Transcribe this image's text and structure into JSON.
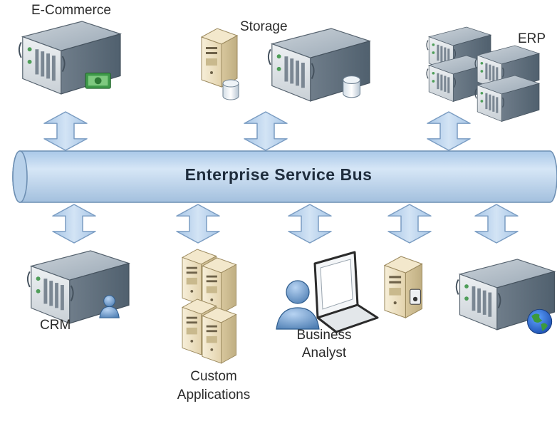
{
  "bus": {
    "label": "Enterprise Service Bus"
  },
  "nodes": {
    "ecommerce": {
      "label": "E-Commerce",
      "icon": "rack-server-money-icon"
    },
    "storage": {
      "label": "Storage",
      "icon": "server-database-icon"
    },
    "erp": {
      "label": "ERP",
      "icon": "server-cluster-icon"
    },
    "crm": {
      "label": "CRM",
      "icon": "rack-server-user-icon"
    },
    "custom_apps": {
      "line1": "Custom",
      "line2": "Applications",
      "icon": "tower-servers-icon"
    },
    "business_analyst": {
      "line1": "Business",
      "line2": "Analyst",
      "icon": "user-laptop-icon"
    },
    "secure_server": {
      "icon": "tower-server-lock-icon"
    },
    "web_server": {
      "icon": "rack-server-globe-icon"
    }
  },
  "colors": {
    "bus_fill": "#c6dcf2",
    "bus_stroke": "#6d8fb3",
    "arrow_fill": "#b7d2ee",
    "arrow_stroke": "#7a9cc2",
    "server_body": "#8b9aa8",
    "server_face": "#dfe3e6",
    "tower_body": "#efe4c8"
  }
}
